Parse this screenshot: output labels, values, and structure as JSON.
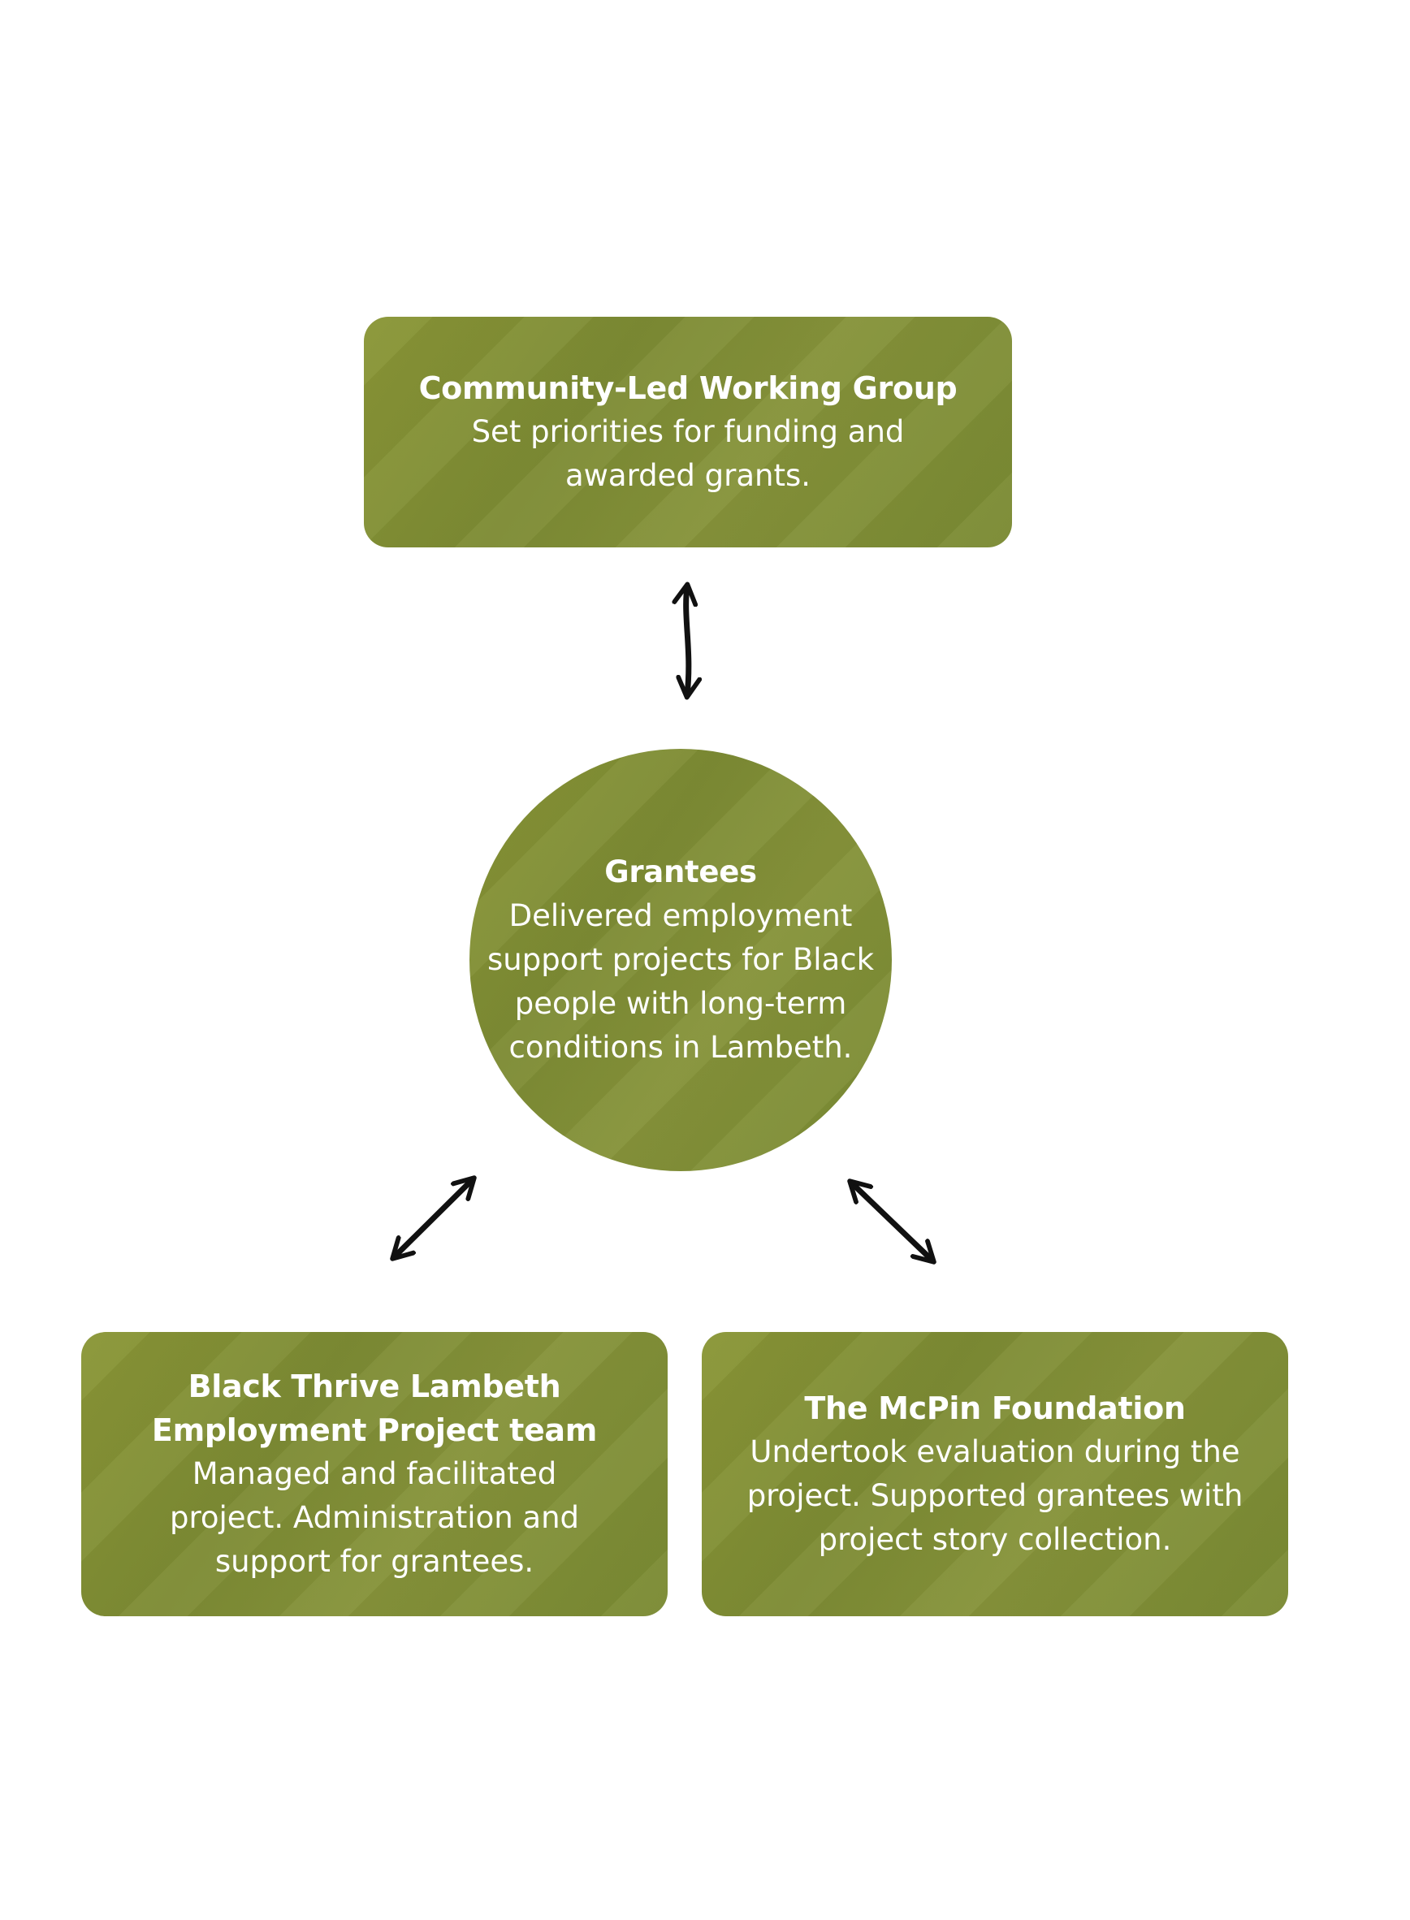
{
  "nodes": {
    "working_group": {
      "title": "Community-Led Working Group",
      "description": "Set priorities for funding and\nawarded grants."
    },
    "grantees": {
      "title": "Grantees",
      "description": "Delivered employment\nsupport projects for Black\npeople with long-term\nconditions in Lambeth."
    },
    "black_thrive": {
      "title": "Black Thrive Lambeth\nEmployment Project team",
      "description": "Managed and facilitated\nproject. Administration and\nsupport for grantees."
    },
    "mcpin": {
      "title": "The McPin Foundation",
      "description": "Undertook evaluation during the\nproject. Supported grantees with\nproject story collection."
    }
  },
  "colors": {
    "node_fill": "#828f36",
    "node_text": "#ffffff",
    "arrow": "#111111",
    "background": "#ffffff"
  }
}
